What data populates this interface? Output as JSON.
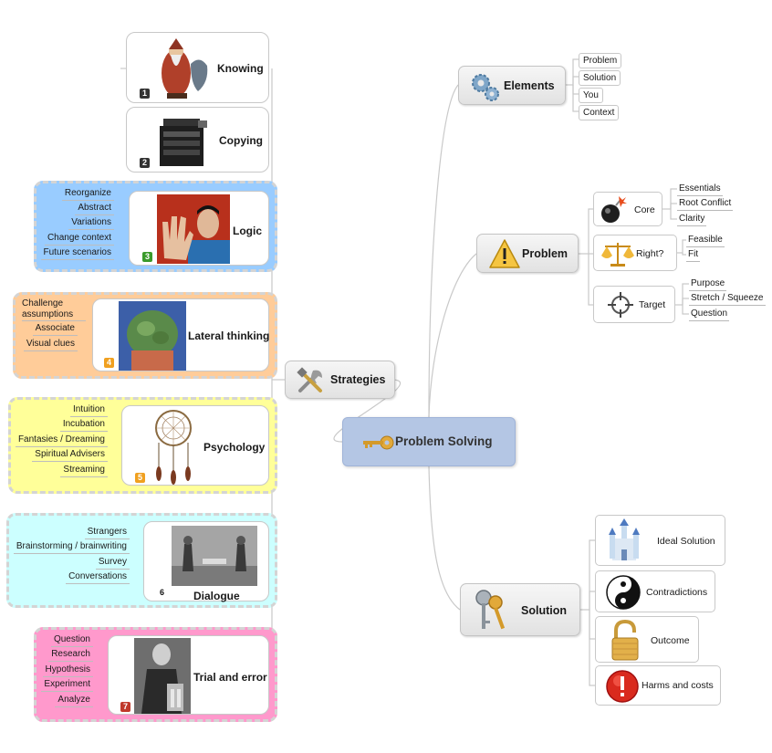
{
  "central": {
    "label": "Problem Solving",
    "icon": "key-icon"
  },
  "branches": {
    "elements": {
      "label": "Elements",
      "icon": "gears-icon",
      "items": [
        "Problem",
        "Solution",
        "You",
        "Context"
      ]
    },
    "problem": {
      "label": "Problem",
      "icon": "warning-icon",
      "subs": [
        {
          "label": "Core",
          "icon": "bomb-icon",
          "items": [
            "Essentials",
            "Root Conflict",
            "Clarity"
          ]
        },
        {
          "label": "Right?",
          "icon": "scales-icon",
          "items": [
            "Feasible",
            "Fit"
          ]
        },
        {
          "label": "Target",
          "icon": "crosshair-icon",
          "items": [
            "Purpose",
            "Stretch / Squeeze",
            "Question"
          ]
        }
      ]
    },
    "solution": {
      "label": "Solution",
      "icon": "keys-icon",
      "items": [
        {
          "label": "Ideal Solution",
          "icon": "castle-icon"
        },
        {
          "label": "Contradictions",
          "icon": "yin-yang-icon"
        },
        {
          "label": "Outcome",
          "icon": "padlock-icon"
        },
        {
          "label": "Harms and costs",
          "icon": "stop-icon"
        }
      ]
    },
    "strategies": {
      "label": "Strategies",
      "icon": "tools-icon",
      "items": [
        {
          "num": "1",
          "label": "Knowing",
          "image": "wizard-image",
          "leaves": []
        },
        {
          "num": "2",
          "label": "Copying",
          "image": "copier-image",
          "leaves": []
        },
        {
          "num": "3",
          "label": "Logic",
          "image": "spock-image",
          "leaves": [
            "Reorganize",
            "Abstract",
            "Variations",
            "Change context",
            "Future scenarios"
          ]
        },
        {
          "num": "4",
          "label": "Lateral thinking",
          "image": "brain-image",
          "leaves": [
            "Challenge assumptions",
            "Associate",
            "Visual clues"
          ]
        },
        {
          "num": "5",
          "label": "Psychology",
          "image": "dreamcatcher-image",
          "leaves": [
            "Intuition",
            "Incubation",
            "Fantasies / Dreaming",
            "Spiritual Advisers",
            "Streaming"
          ]
        },
        {
          "num": "6",
          "label": "Dialogue",
          "image": "dialogue-photo-image",
          "leaves": [
            "Strangers",
            "Brainstorming / brainwriting",
            "Survey",
            "Conversations"
          ]
        },
        {
          "num": "7",
          "label": "Trial and error",
          "image": "edison-image",
          "leaves": [
            "Question",
            "Research",
            "Hypothesis",
            "Experiment",
            "Analyze"
          ]
        }
      ]
    }
  },
  "colors": {
    "central": "#b4c6e4",
    "logic": "#99ccff",
    "lateral": "#ffcc99",
    "psychology": "#ffff99",
    "dialogue": "#ccffff",
    "trial": "#ff99cc",
    "badge1": "#333333",
    "badge2": "#333333",
    "badge3": "#3a9a2a",
    "badge4": "#f0a020",
    "badge5": "#f0a020",
    "badge6": "#ffffff",
    "badge7": "#c0392b"
  }
}
